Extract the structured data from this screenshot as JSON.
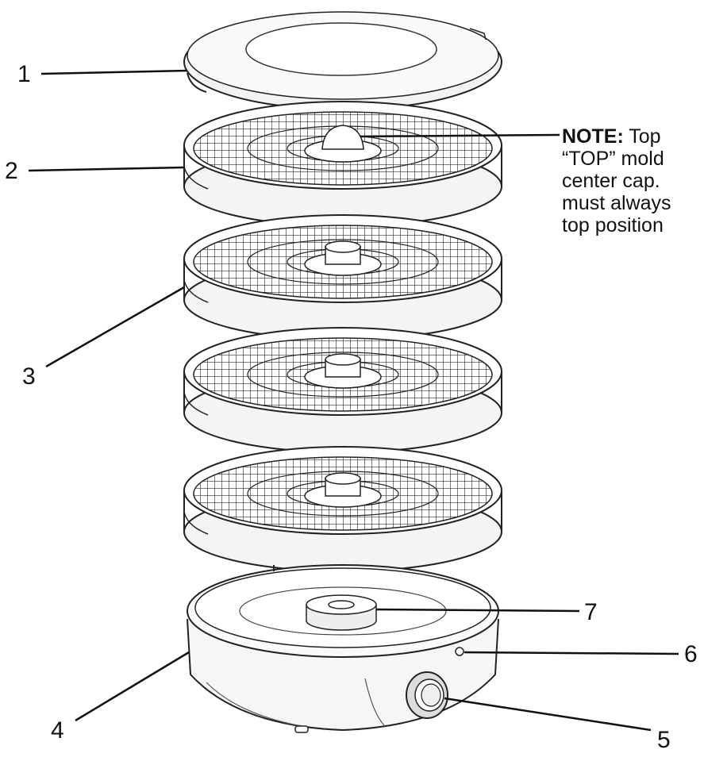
{
  "callouts": [
    {
      "id": "1",
      "label": "1"
    },
    {
      "id": "2",
      "label": "2"
    },
    {
      "id": "3",
      "label": "3"
    },
    {
      "id": "4",
      "label": "4"
    },
    {
      "id": "5",
      "label": "5"
    },
    {
      "id": "6",
      "label": "6"
    },
    {
      "id": "7",
      "label": "7"
    }
  ],
  "note": {
    "heading": "NOTE:",
    "line1_rest": " Top",
    "line2": "“TOP” mold",
    "line3": "center cap.",
    "line4": "must always",
    "line5": "top position"
  }
}
